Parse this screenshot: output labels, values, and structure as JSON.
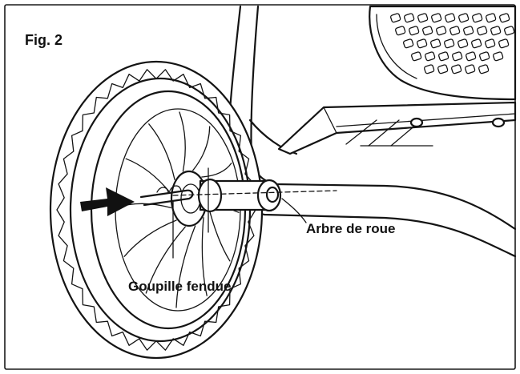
{
  "figure": {
    "title": "Fig. 2",
    "labels": {
      "wheel_shaft": "Arbre de roue",
      "cotter_pin": "Goupille fendue"
    }
  },
  "icons": {
    "direction_arrow": "arrow-right-icon"
  },
  "colors": {
    "line": "#141414",
    "background": "#ffffff",
    "arrow": "#111111"
  }
}
